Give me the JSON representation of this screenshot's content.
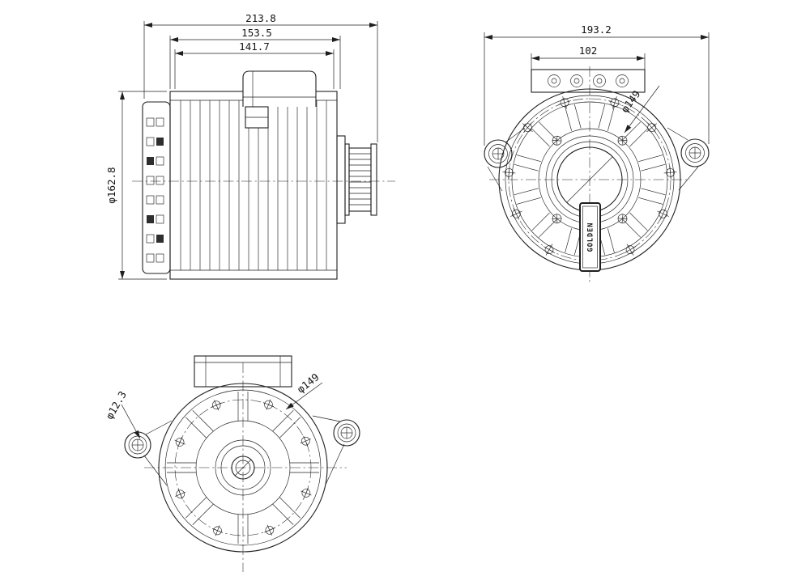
{
  "sheet": {
    "background": "#ffffff",
    "line_color": "#1f1f1f",
    "description": "Engineering drawing of electric motor, three orthographic views"
  },
  "side_view": {
    "dim_overall_length": "213.8",
    "dim_housing_length": "153.5",
    "dim_fin_section_length": "141.7",
    "dim_body_diameter": "φ162.8"
  },
  "front_view": {
    "dim_mounting_width": "193.2",
    "dim_terminal_block_width": "102",
    "dim_bolt_circle_diameter": "φ149",
    "nameplate_text": "GOLDEN"
  },
  "bottom_view": {
    "dim_ear_hole_diameter": "φ12.3",
    "dim_bolt_circle_diameter": "φ149"
  }
}
